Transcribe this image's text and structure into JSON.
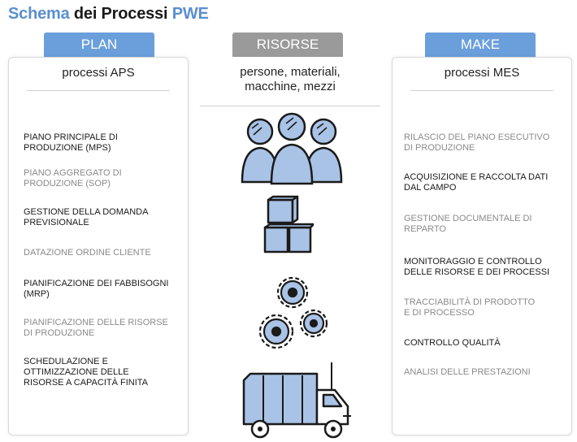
{
  "title": {
    "part1": "Schema",
    "part2": "dei Processi",
    "part3": "PWE"
  },
  "columns": {
    "plan": {
      "tab": "PLAN",
      "subtitle": "processi APS",
      "items": [
        {
          "text": "PIANO PRINCIPALE DI\nPRODUZIONE (MPS)",
          "tone": "dark"
        },
        {
          "text": "PIANO AGGREGATO DI\nPRODUZIONE (SOP)",
          "tone": "light"
        },
        {
          "text": "GESTIONE DELLA DOMANDA\nPREVISIONALE",
          "tone": "dark"
        },
        {
          "text": "DATAZIONE ORDINE CLIENTE",
          "tone": "light"
        },
        {
          "text": "PIANIFICAZIONE DEI FABBISOGNI\n(MRP)",
          "tone": "dark"
        },
        {
          "text": "PIANIFICAZIONE DELLE RISORSE\nDI PRODUZIONE",
          "tone": "light"
        },
        {
          "text": "SCHEDULAZIONE E\nOTTIMIZZAZIONE DELLE\nRISORSE A CAPACITÀ FINITA",
          "tone": "dark"
        }
      ]
    },
    "risorse": {
      "tab": "RISORSE",
      "subtitle_line1": "persone, materiali,",
      "subtitle_line2": "macchine, mezzi",
      "icons": [
        "people-icon",
        "boxes-icon",
        "gears-icon",
        "truck-icon"
      ]
    },
    "make": {
      "tab": "MAKE",
      "subtitle": "processi MES",
      "items": [
        {
          "text": "RILASCIO DEL PIANO ESECUTIVO\nDI PRODUZIONE",
          "tone": "light"
        },
        {
          "text": "ACQUISIZIONE E RACCOLTA DATI\nDAL CAMPO",
          "tone": "dark"
        },
        {
          "text": "GESTIONE DOCUMENTALE DI\nREPARTO",
          "tone": "light"
        },
        {
          "text": "MONITORAGGIO E CONTROLLO\nDELLE RISORSE E DEI PROCESSI",
          "tone": "dark"
        },
        {
          "text": "TRACCIABILITÀ DI PRODOTTO\nE DI PROCESSO",
          "tone": "light"
        },
        {
          "text": "CONTROLLO QUALITÀ",
          "tone": "dark"
        },
        {
          "text": "ANALISI DELLE PRESTAZIONI",
          "tone": "light"
        }
      ]
    }
  },
  "colors": {
    "accent_blue": "#6b9fdc",
    "tab_gray": "#9a9a9a",
    "icon_fill": "#a9c3e6",
    "ink": "#1a1a1a"
  }
}
